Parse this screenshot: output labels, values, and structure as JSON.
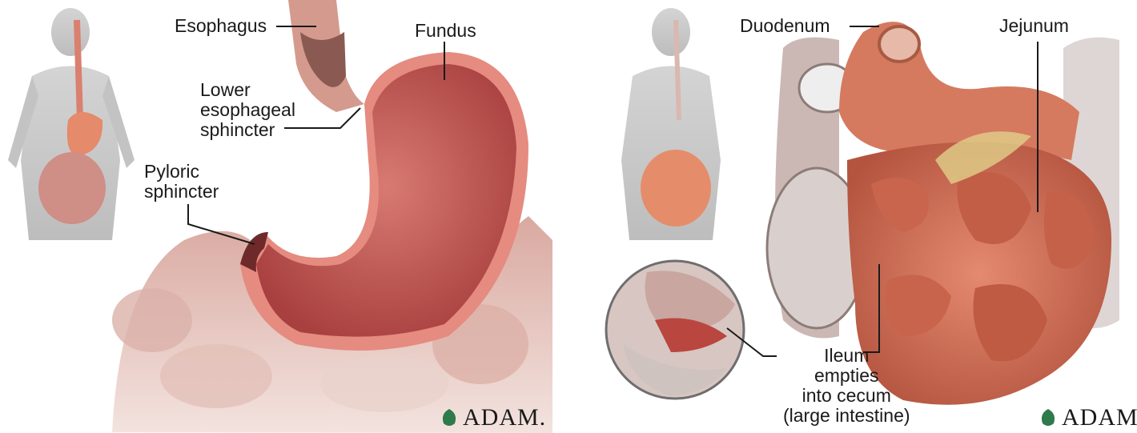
{
  "left_panel": {
    "labels": {
      "esophagus": "Esophagus",
      "fundus": "Fundus",
      "lower_esophageal_sphincter": "Lower\nesophageal\nsphincter",
      "pyloric_sphincter": "Pyloric\nsphincter"
    },
    "logo": "ADAM."
  },
  "right_panel": {
    "labels": {
      "duodenum": "Duodenum",
      "jejunum": "Jejunum",
      "ileum": "Ileum\nempties\ninto cecum\n(large intestine)"
    },
    "logo": "ADAM."
  },
  "colors": {
    "stomach_inner": "#c45a5a",
    "stomach_outer": "#e58b80",
    "intestine": "#d9735f",
    "body_gray": "#c9c9c9",
    "leader_line": "#1a1a1a"
  }
}
